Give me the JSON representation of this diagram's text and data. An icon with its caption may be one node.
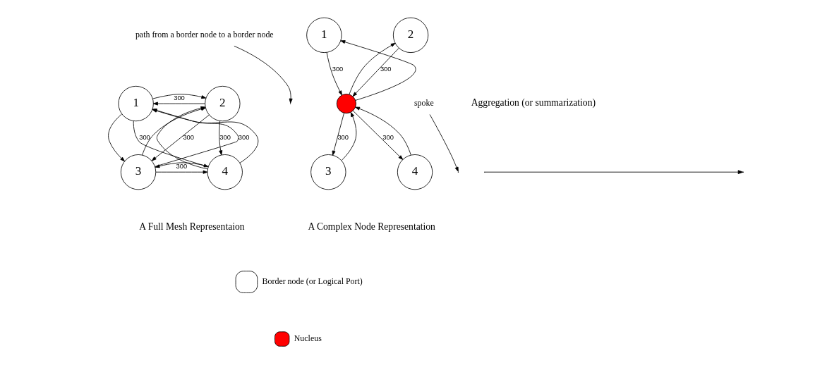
{
  "diagram": {
    "nodes": [
      {
        "text": [
          "path from a border node to a border node"
        ]
      },
      {
        "text": [
          "1"
        ]
      },
      {
        "text": [
          "2"
        ]
      },
      {
        "text": [
          "3"
        ]
      },
      {
        "text": [
          "4"
        ]
      },
      {
        "text": [
          "1"
        ]
      },
      {
        "text": [
          "2"
        ]
      },
      {
        "text": [],
        "shape": "circle"
      },
      {
        "text": [
          "spoke"
        ]
      },
      {
        "text": [
          "3"
        ]
      },
      {
        "text": [
          "4"
        ]
      }
    ],
    "edges": [
      {
        "from": 2,
        "to": 1,
        "arrow": "to",
        "label": "300"
      },
      {
        "from": 1,
        "to": 2,
        "arrow": "to"
      },
      {
        "from": 1,
        "to": 3,
        "arrow": "to"
      },
      {
        "from": 3,
        "to": 1,
        "arrow": "to",
        "label": "300"
      },
      {
        "from": 2,
        "to": 4,
        "arrow": "to",
        "label": "300"
      },
      {
        "from": 4,
        "to": 2,
        "arrow": "to"
      },
      {
        "from": 2,
        "to": 3,
        "arrow": "to",
        "label": "300"
      },
      {
        "from": 3,
        "to": 2,
        "arrow": "to"
      },
      {
        "from": 1,
        "to": 4,
        "arrow": "to",
        "label": "300"
      },
      {
        "from": 4,
        "to": 1,
        "arrow": "to"
      },
      {
        "from": 4,
        "to": 3,
        "arrow": "to"
      },
      {
        "from": 3,
        "to": 4,
        "arrow": "to",
        "label": "300"
      },
      {
        "from": 0,
        "to": null,
        "arrow": "to"
      },
      {
        "from": 5,
        "to": 7,
        "arrow": "to",
        "label": "300"
      },
      {
        "from": 7,
        "to": 5,
        "arrow": "to"
      },
      {
        "from": 7,
        "to": 6,
        "arrow": "to"
      },
      {
        "from": 6,
        "to": 7,
        "arrow": "to",
        "label": "300"
      },
      {
        "from": 8,
        "to": null,
        "arrow": "to"
      },
      {
        "from": 7,
        "to": 9,
        "arrow": "to",
        "label": "300"
      },
      {
        "from": 9,
        "to": 7,
        "arrow": "to"
      },
      {
        "from": 7,
        "to": 10,
        "arrow": "to",
        "label": "300"
      },
      {
        "from": 10,
        "to": 7,
        "arrow": "to"
      }
    ],
    "labels": [
      "Aggregation (or summarization)",
      "A Full Mesh Representaion",
      "A Complex Node Representation"
    ],
    "legend": [
      {
        "text": "Border node (or Logical Port)"
      },
      {
        "text": "Nucleus",
        "color": "#ff0000"
      }
    ]
  }
}
